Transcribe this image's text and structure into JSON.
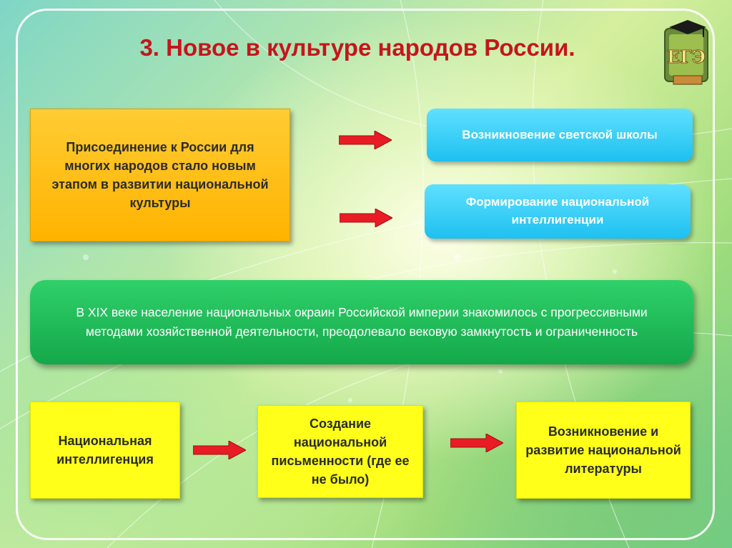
{
  "slide": {
    "title": "3. Новое в культуре народов России.",
    "logo_text": "ЕГЭ"
  },
  "top_left": {
    "text": "Присоединение к России для многих народов стало новым этапом в развитии национальной культуры"
  },
  "top_right": {
    "box1": "Возникновение светской школы",
    "box2": "Формирование национальной интеллигенции"
  },
  "middle": {
    "text": "В XIX веке население национальных окраин Российской империи знакомилось с прогрессивными методами хозяйственной деятельности, преодолевало вековую замкнутость и ограниченность"
  },
  "bottom": {
    "box1": "Национальная интеллигенция",
    "box2": "Создание национальной письменности (где ее не было)",
    "box3": "Возникновение и развитие национальной литературы"
  },
  "icons": {
    "arrow": "right-arrow-icon",
    "logo": "ege-logo-icon"
  },
  "colors": {
    "title": "#c4161c",
    "orange_box": "#ffb300",
    "blue_box": "#1ec0f0",
    "green_box": "#14a84a",
    "yellow_box": "#ffff1a",
    "arrow": "#e81c24"
  }
}
